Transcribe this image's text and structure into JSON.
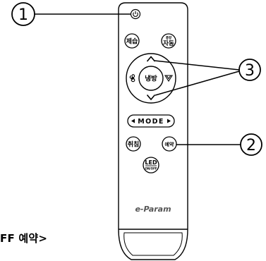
{
  "callouts": {
    "c1": "①",
    "c2": "2",
    "c3": "3"
  },
  "remote": {
    "brand": "e-Param",
    "buttons": {
      "power_icon": "power-icon",
      "dehumidify": "제습",
      "wind_small": "풍량",
      "auto": "자동",
      "fan_icon": "fan-icon",
      "cool": "냉방",
      "swing_icon": "swing-icon",
      "up_icon": "chevron-up",
      "down_icon": "chevron-down",
      "mode": "MODE",
      "mode_left_icon": "triangle-left",
      "mode_right_icon": "triangle-right",
      "cancel": "취침",
      "reserve": "예약",
      "led": "LED",
      "led_sub": "ON/OFF"
    }
  },
  "caption": "FF 예약>",
  "colors": {
    "stroke": "#000000",
    "background": "#ffffff"
  }
}
